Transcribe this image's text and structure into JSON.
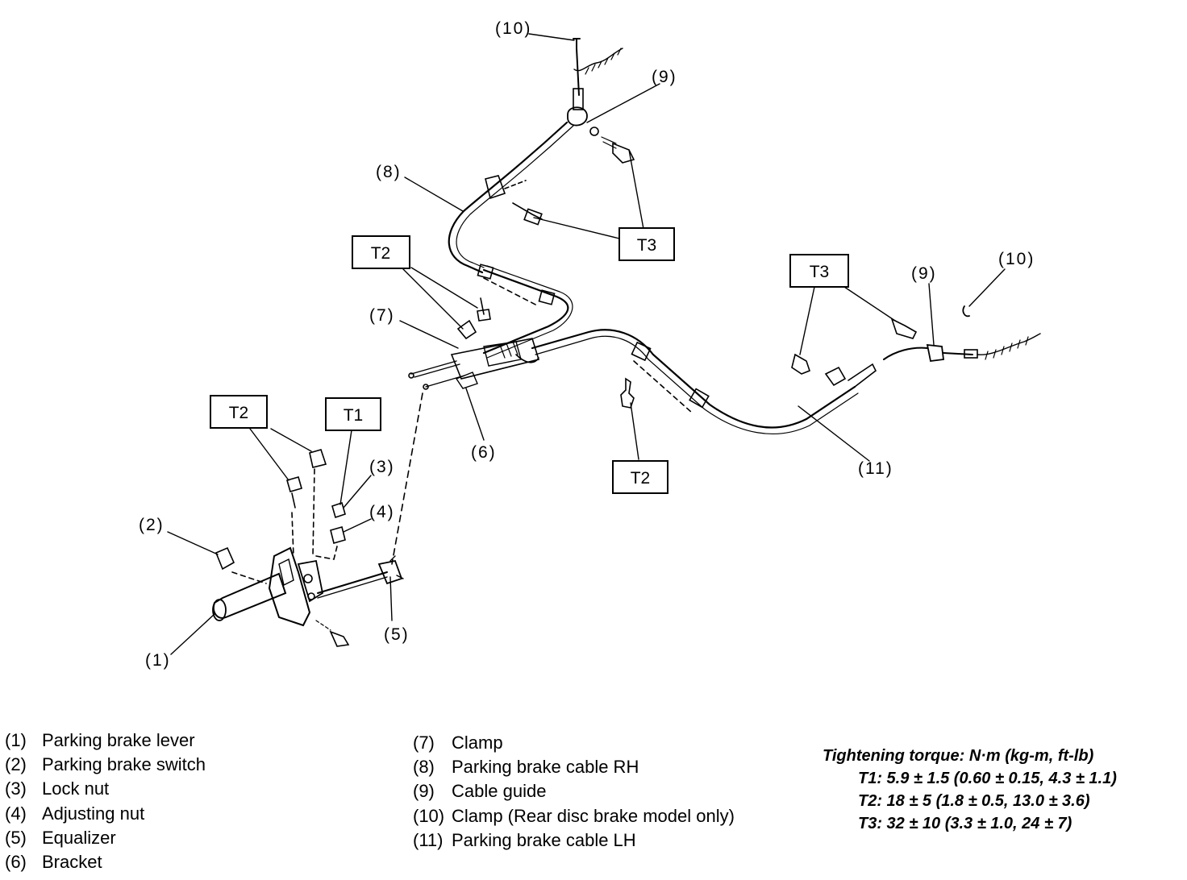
{
  "callouts": {
    "c10_top": "(10)",
    "c9_top": "(9)",
    "c8": "(8)",
    "c7": "(7)",
    "c6": "(6)",
    "c2": "(2)",
    "c3": "(3)",
    "c4": "(4)",
    "c5": "(5)",
    "c1": "(1)",
    "c9_right": "(9)",
    "c10_right": "(10)",
    "c11": "(11)"
  },
  "torque_boxes": {
    "t3_top": "T3",
    "t2_mid": "T2",
    "t3_right": "T3",
    "t2_lower_left": "T2",
    "t1": "T1",
    "t2_lower_mid": "T2"
  },
  "legend_left": [
    {
      "num": "(1)",
      "text": "Parking brake lever"
    },
    {
      "num": "(2)",
      "text": "Parking brake switch"
    },
    {
      "num": "(3)",
      "text": "Lock nut"
    },
    {
      "num": "(4)",
      "text": "Adjusting nut"
    },
    {
      "num": "(5)",
      "text": "Equalizer"
    },
    {
      "num": "(6)",
      "text": "Bracket"
    }
  ],
  "legend_mid": [
    {
      "num": "(7)",
      "text": "Clamp"
    },
    {
      "num": "(8)",
      "text": "Parking brake cable RH"
    },
    {
      "num": "(9)",
      "text": "Cable guide"
    },
    {
      "num": "(10)",
      "text": "Clamp (Rear disc brake model only)"
    },
    {
      "num": "(11)",
      "text": "Parking brake cable LH"
    }
  ],
  "torque": {
    "heading": "Tightening torque: N·m (kg-m, ft-lb)",
    "t1": "T1: 5.9 ± 1.5 (0.60 ± 0.15, 4.3 ± 1.1)",
    "t2": "T2: 18 ± 5 (1.8 ± 0.5, 13.0 ± 3.6)",
    "t3": "T3: 32 ± 10 (3.3 ± 1.0, 24 ± 7)"
  }
}
